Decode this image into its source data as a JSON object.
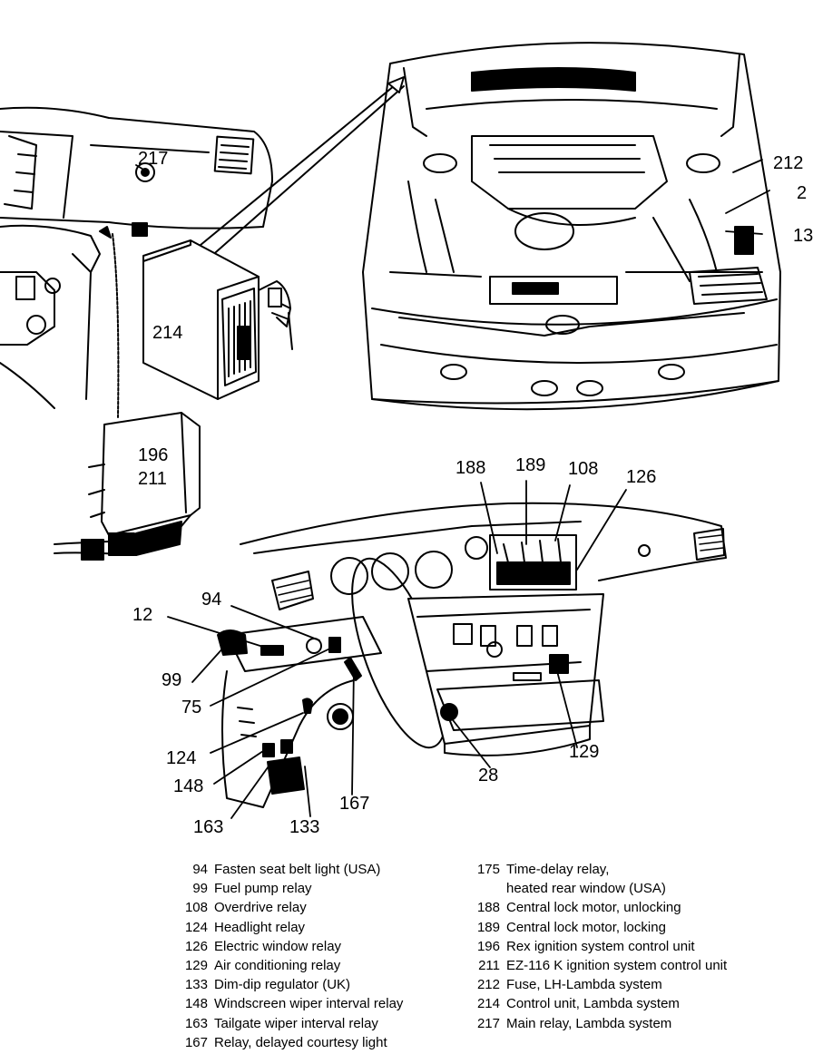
{
  "callouts": {
    "c217": "217",
    "c214": "214",
    "c196": "196",
    "c211": "211",
    "c212": "212",
    "c2": "2",
    "c13": "13",
    "c188": "188",
    "c189": "189",
    "c108": "108",
    "c126": "126",
    "c94": "94",
    "c12": "12",
    "c99": "99",
    "c75": "75",
    "c124": "124",
    "c148": "148",
    "c163": "163",
    "c133": "133",
    "c167": "167",
    "c28": "28",
    "c129": "129"
  },
  "legend": {
    "left": [
      {
        "num": "94",
        "text": "Fasten seat belt light (USA)"
      },
      {
        "num": "99",
        "text": "Fuel pump relay"
      },
      {
        "num": "108",
        "text": "Overdrive relay"
      },
      {
        "num": "124",
        "text": "Headlight relay"
      },
      {
        "num": "126",
        "text": "Electric window relay"
      },
      {
        "num": "129",
        "text": "Air conditioning relay"
      },
      {
        "num": "133",
        "text": "Dim-dip regulator (UK)"
      },
      {
        "num": "148",
        "text": "Windscreen wiper interval relay"
      },
      {
        "num": "163",
        "text": "Tailgate wiper interval relay"
      },
      {
        "num": "167",
        "text": "Relay, delayed courtesy light"
      }
    ],
    "right": [
      {
        "num": "175",
        "text": "Time-delay relay,"
      },
      {
        "num": "",
        "text": "heated rear window (USA)"
      },
      {
        "num": "188",
        "text": "Central lock motor, unlocking"
      },
      {
        "num": "189",
        "text": "Central lock motor, locking"
      },
      {
        "num": "196",
        "text": "Rex ignition system control unit"
      },
      {
        "num": "211",
        "text": "EZ-116 K ignition system control unit"
      },
      {
        "num": "212",
        "text": "Fuse, LH-Lambda system"
      },
      {
        "num": "214",
        "text": "Control unit, Lambda system"
      },
      {
        "num": "217",
        "text": "Main relay, Lambda system"
      }
    ]
  }
}
